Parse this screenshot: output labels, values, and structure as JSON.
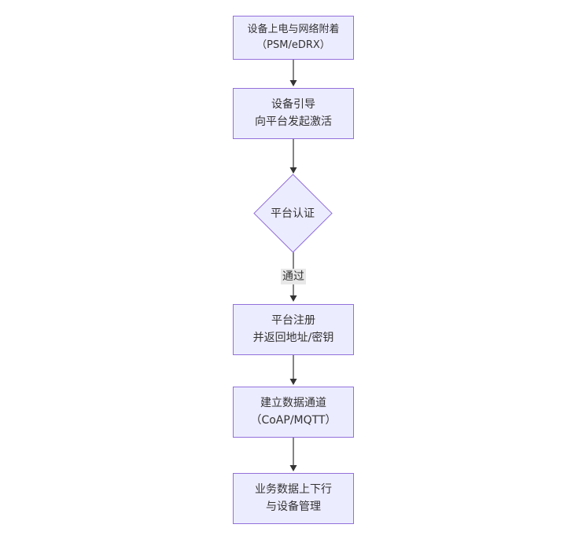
{
  "diagram": {
    "type": "flowchart",
    "direction": "top-down",
    "nodes": [
      {
        "id": "A",
        "shape": "rect",
        "label": "设备上电与网络附着\n（PSM/eDRX）"
      },
      {
        "id": "B",
        "shape": "rect",
        "label": "设备引导\n向平台发起激活"
      },
      {
        "id": "C",
        "shape": "diamond",
        "label": "平台认证"
      },
      {
        "id": "D",
        "shape": "rect",
        "label": "平台注册\n并返回地址/密钥"
      },
      {
        "id": "E",
        "shape": "rect",
        "label": "建立数据通道\n（CoAP/MQTT）"
      },
      {
        "id": "F",
        "shape": "rect",
        "label": "业务数据上下行\n与设备管理"
      }
    ],
    "edges": [
      {
        "from": "A",
        "to": "B",
        "label": ""
      },
      {
        "from": "B",
        "to": "C",
        "label": ""
      },
      {
        "from": "C",
        "to": "D",
        "label": "通过"
      },
      {
        "from": "D",
        "to": "E",
        "label": ""
      },
      {
        "from": "E",
        "to": "F",
        "label": ""
      }
    ],
    "colors": {
      "node_fill": "#ECECFF",
      "node_border": "#9370DB",
      "text": "#333333",
      "arrow": "#333333",
      "edge_label_bg": "#e8e8e8",
      "background": "#ffffff"
    }
  }
}
